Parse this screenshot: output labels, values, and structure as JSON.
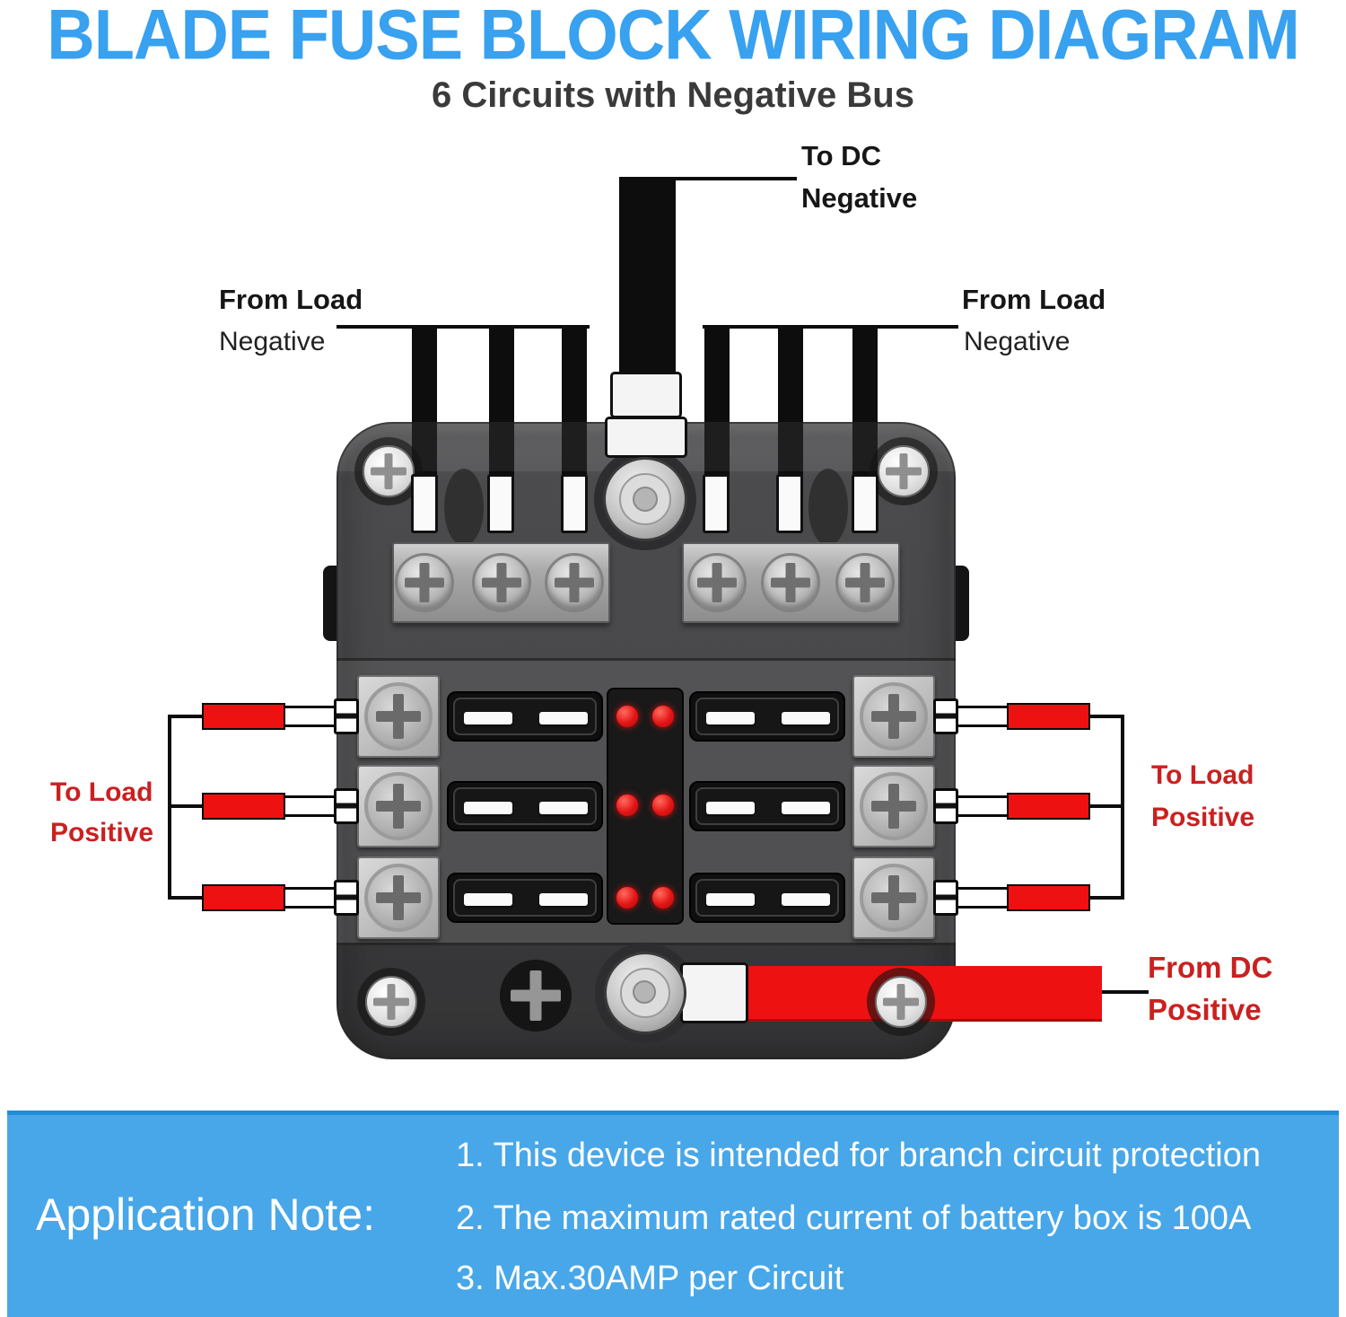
{
  "title": "BLADE FUSE BLOCK WIRING DIAGRAM",
  "subtitle": "6 Circuits with Negative Bus",
  "diagram_labels": {
    "to_dc": {
      "line1": "To DC",
      "line2": "Negative"
    },
    "from_load_left": {
      "line1": "From Load",
      "line2": "Negative"
    },
    "from_load_right": {
      "line1": "From Load",
      "line2": "Negative"
    },
    "to_load_left": {
      "line1": "To Load",
      "line2": "Positive"
    },
    "to_load_right": {
      "line1": "To Load",
      "line2": "Positive"
    },
    "from_dc": {
      "line1": "From DC",
      "line2": "Positive"
    }
  },
  "application_note": {
    "heading": "Application Note:",
    "items": [
      "1. This device is intended for branch circuit protection",
      "2. The maximum rated current of battery box is 100A",
      "3. Max.30AMP  per Circuit"
    ]
  },
  "specs": {
    "circuits": 6,
    "fuse_slots": 6,
    "led_indicators": 6,
    "negative_bus_terminals_per_side": 3,
    "load_wires_negative": 6,
    "load_wires_positive": 6
  },
  "icons": {
    "phillips_screw": "circle-with-cross",
    "led_indicator": "red-dot",
    "fuse_slot": "blade-fuse-silhouette",
    "ring_terminal": "metal-donut"
  },
  "colors": {
    "title_blue": "#38a1f0",
    "banner_blue": "#48a7e8",
    "banner_border_blue": "#1f8ed8",
    "wire_red": "#ee1111",
    "label_red": "#cb2020",
    "wire_black": "#0d0d0d",
    "block_gray": "#4a4a4c",
    "led_red": "#e31515",
    "note_text_white": "#ffffff"
  }
}
